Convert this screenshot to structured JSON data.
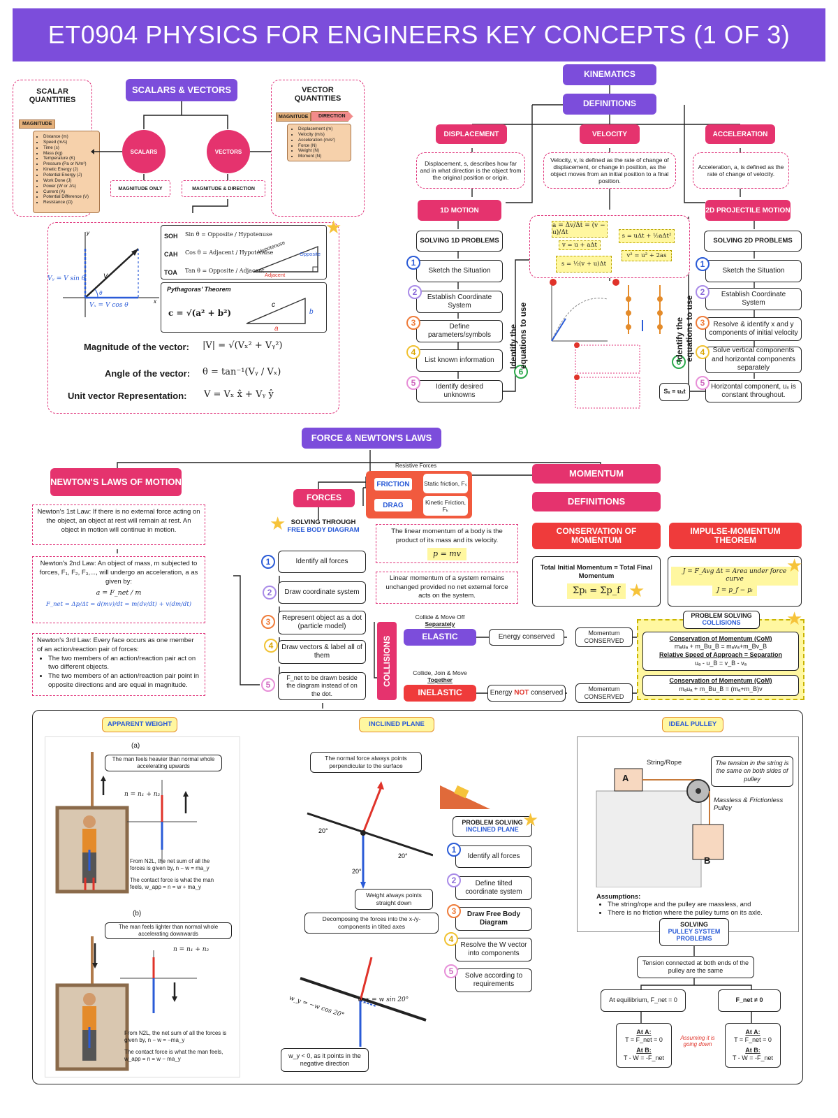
{
  "title": "ET0904 PHYSICS FOR ENGINEERS KEY CONCEPTS (1 OF 3)",
  "scalars": {
    "heading": "SCALARS & VECTORS",
    "scalar_title": "SCALAR QUANTITIES",
    "magnitude_tag": "MAGNITUDE",
    "scalar_list": [
      "Distance (m)",
      "Speed (m/s)",
      "Time (s)",
      "Mass (kg)",
      "Temperature (K)",
      "Pressure (Pa or N/m²)",
      "Kinetic Energy (J)",
      "Potential Energy (J)",
      "Work Done (J)",
      "Power (W or J/s)",
      "Current (A)",
      "Potential Difference (V)",
      "Resistance (Ω)"
    ],
    "scalars_circle": "SCALARS",
    "vectors_circle": "VECTORS",
    "magnitude_only": "MAGNITUDE ONLY",
    "magnitude_direction": "MAGNITUDE & DIRECTION",
    "vector_title": "VECTOR QUANTITIES",
    "direction_tag": "DIRECTION",
    "vector_list": [
      "Displacement (m)",
      "Velocity (m/s)",
      "Acceleration (m/s²)",
      "Force (N)",
      "Weight (N)",
      "Moment (N)"
    ],
    "soh": "SOH",
    "cah": "CAH",
    "toa": "TOA",
    "sin_eq": "Sin θ = Opposite / Hypotenuse",
    "cos_eq": "Cos θ = Adjacent / Hypotenuse",
    "tan_eq": "Tan θ = Opposite / Adjacent",
    "hyp": "Hypotenuse",
    "opp": "Opposite",
    "adj": "Adjacent",
    "pythagoras": "Pythagoras' Theorem",
    "pyth_eq": "c = √(a² + b²)",
    "vy": "Vᵧ = V sin θ",
    "vx": "Vₓ = V cos θ",
    "magnitude_label": "Magnitude of the vector:",
    "magnitude_eq": "|V| = √(Vₓ² + Vᵧ²)",
    "angle_label": "Angle of the vector:",
    "angle_eq": "θ = tan⁻¹(Vᵧ / Vₓ)",
    "unit_label": "Unit vector Representation:",
    "unit_eq": "V = Vₓ x̂ + Vᵧ ŷ"
  },
  "kinematics": {
    "heading": "KINEMATICS",
    "definitions": "DEFINITIONS",
    "displacement": "DISPLACEMENT",
    "velocity": "VELOCITY",
    "acceleration": "ACCELERATION",
    "disp_def": "Displacement, s, describes how far and in what direction is the object from the original position or origin.",
    "vel_def": "Velocity, v, is defined as the rate of change of displacement, or change in position, as the object moves from an initial position to a final position.",
    "acc_def": "Acceleration, a, is defined as the rate of change of velocity.",
    "motion_1d": "1D MOTION",
    "motion_2d": "2D PROJECTILE MOTION",
    "solve_1d": "SOLVING 1D PROBLEMS",
    "solve_2d": "SOLVING 2D PROBLEMS",
    "eq1": "a = Δv/Δt = (v − u)/Δt",
    "eq2": "v = u + aΔt",
    "eq3": "s = ½(v + u)Δt",
    "eq4": "s = uΔt + ½aΔt²",
    "eq5": "v² = u² + 2as",
    "steps_1d": [
      "Sketch the Situation",
      "Establish Coordinate System",
      "Define parameters/symbols",
      "List known information",
      "Identify desired unknowns"
    ],
    "steps_2d": [
      "Sketch the Situation",
      "Establish Coordinate System",
      "Resolve & identify x and y components of initial velocity",
      "Solve vertical components and horizontal components separately",
      "Horizontal component, uₓ is constant throughout."
    ],
    "identify_eq": "Identify the equations to use",
    "sx": "Sₓ = uₓt"
  },
  "newton": {
    "heading": "FORCE & NEWTON'S LAWS",
    "laws": "NEWTON'S LAWS OF MOTION",
    "law1": "Newton's 1st Law: If there is no external force acting on the object, an object at rest will remain at rest. An object in motion will continue in motion.",
    "law2": "Newton's 2nd Law: An object of mass, m subjected to forces, F₁, F₂, F₃,..., will undergo an acceleration, a as given by:",
    "law2_eq": "a = F_net / m",
    "law2_eq2": "F_net = Δp/Δt = d(mv)/dt = m(dv/dt) + v(dm/dt)",
    "law3": "Newton's 3rd Law: Every face occurs as one member of an action/reaction pair of forces:",
    "law3_bullets": [
      "The two members of an action/reaction pair act on two different objects.",
      "The two members of an action/reaction pair point in opposite directions and are equal in magnitude."
    ],
    "forces": "FORCES",
    "resistive": "Resistive Forces",
    "friction": "FRICTION",
    "drag": "DRAG",
    "static": "Static friction, Fₛ",
    "kinetic": "Kinetic Friction, Fₖ",
    "fbd": "SOLVING THROUGH",
    "fbd2": "FREE BODY DIAGRAM",
    "fbd_steps": [
      "Identify all forces",
      "Draw coordinate system",
      "Represent object as a dot (particle model)",
      "Draw vectors & label all of them",
      "F_net to be drawn beside the diagram instead of on the dot."
    ],
    "momentum_def": "The linear momentum of a body is the product of its mass and its velocity.",
    "p_eq": "p = mv",
    "momentum_sys": "Linear momentum of a system remains unchanged provided no net external force acts on the system.",
    "momentum": "MOMENTUM",
    "definitions": "DEFINITIONS",
    "conservation": "CONSERVATION OF MOMENTUM",
    "impulse": "IMPULSE-MOMENTUM THEOREM",
    "total": "Total Initial Momentum = Total Final Momentum",
    "sum_eq": "Σpᵢ = Σp_f",
    "impulse_eq1": "J = F_Avg Δt = Area under force curve",
    "impulse_eq2": "J = p_f − pᵢ",
    "collisions": "COLLISIONS",
    "elastic_note": "Collide & Move Off",
    "elastic_note2": "Separately",
    "elastic": "ELASTIC",
    "inelastic_note": "Collide, Join & Move",
    "inelastic_note2": "Together",
    "inelastic": "INELASTIC",
    "energy_cons": "Energy conserved",
    "energy_not_a": "Energy",
    "energy_not_b": "NOT",
    "energy_not_c": "conserved",
    "mom_cons": "Momentum CONSERVED",
    "ps_collisions": "PROBLEM SOLVING",
    "ps_collisions2": "COLLISIONS",
    "com1": "Conservation of Momentum (CoM)",
    "com1_eq": "mₐuₐ + m_Bu_B = mₐvₐ+m_Bv_B",
    "rel": "Relative Speed of Approach = Separation",
    "rel_eq": "uₐ - u_B = v_B - vₐ",
    "com2": "Conservation of Momentum (CoM)",
    "com2_eq": "mₐuₐ + m_Bu_B = (mₐ+m_B)v"
  },
  "bottom": {
    "apparent": "APPARENT WEIGHT",
    "inclined": "INCLINED PLANE",
    "pulley": "IDEAL PULLEY",
    "a_label": "(a)",
    "b_label": "(b)",
    "heavier": "The man feels heavier than normal whole accelerating upwards",
    "lighter": "The man feels lighter than normal whole accelerating downwards",
    "n_eq": "n = n₁ + n₂",
    "n2_a": "From N2L, the net sum of all the forces is given by, n − w = ma_y",
    "n2_a2": "The contact force is what the man feels, w_app = n = w + ma_y",
    "n2_b": "From N2L, the net sum of all the forces is given by, n − w = −ma_y",
    "n2_b2": "The contact force is what the man feels, w_app = n = w − ma_y",
    "normal": "The normal force always points perpendicular to the surface",
    "weight": "Weight always points straight down",
    "decomp": "Decomposing the forces into the x-/y- components in tilted axes",
    "wy_neg": "w_y < 0, as it points in the negative direction",
    "angle20": "20°",
    "wx": "w_x = w sin 20°",
    "wy": "w_y = −w cos 20°",
    "ps_incl": "PROBLEM SOLVING",
    "ps_incl2": "INCLINED PLANE",
    "incl_steps": [
      "Identify all forces",
      "Define tilted coordinate system",
      "Draw Free Body Diagram",
      "Resolve the W vector into components",
      "Solve according to requirements"
    ],
    "string": "String/Rope",
    "tension": "The tension in the string is the same on both sides of pulley",
    "massless": "Massless & Frictionless Pulley",
    "block_a": "A",
    "block_b": "B",
    "assumptions": "Assumptions:",
    "assume1": "The string/rope and the pulley are massless, and",
    "assume2": "There is no friction where the pulley turns on its axle.",
    "solving": "SOLVING",
    "pulley_sys": "PULLEY SYSTEM PROBLEMS",
    "tension_both": "Tension connected at both ends of the pulley are the same",
    "equilibrium": "At equilibrium, F_net = 0",
    "fnet_nonzero": "F_net ≠ 0",
    "at_a": "At A:",
    "at_b": "At B:",
    "eq_a": "T = F_net = 0",
    "eq_b": "T - W = -F_net",
    "eq_a2": "T = F_net = 0",
    "eq_b2": "T - W = -F_net",
    "assume_down": "Assuming it is going down"
  }
}
